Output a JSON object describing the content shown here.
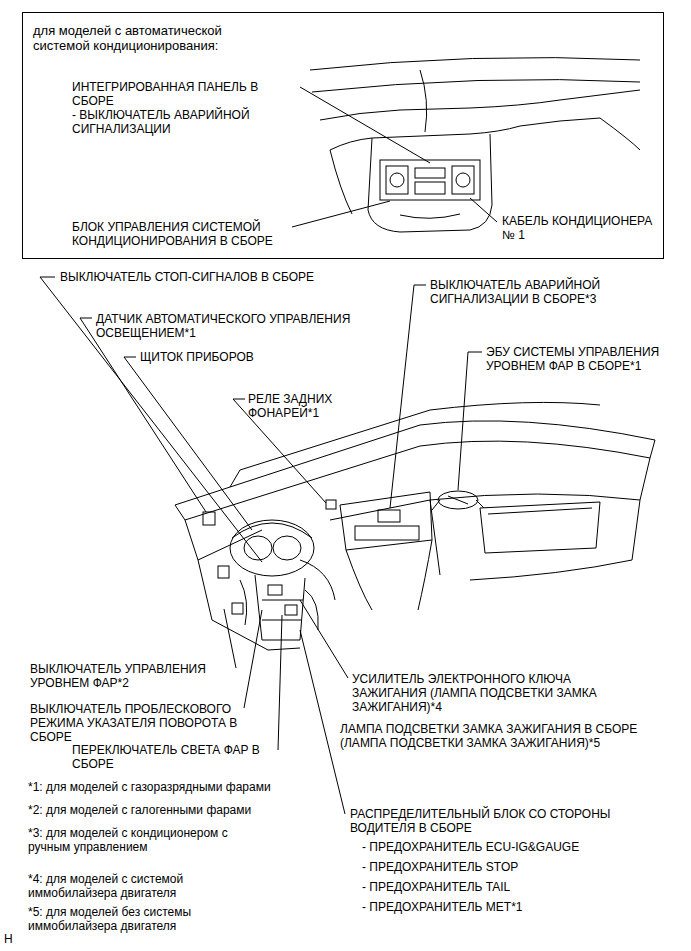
{
  "diagram": {
    "nodes": [
      {
        "text": [
          "для моделей с автоматической системой кондиционирования:"
        ]
      }
    ],
    "labels": [
      "ИНТЕГРИРОВАННАЯ ПАНЕЛЬ В СБОРЕ",
      "- ВЫКЛЮЧАТЕЛЬ АВАРИЙНОЙ СИГНАЛИЗАЦИИ",
      "БЛОК УПРАВЛЕНИЯ СИСТЕМОЙ КОНДИЦИОНИРОВАНИЯ В СБОРЕ",
      "КАБЕЛЬ КОНДИЦИОНЕРА № 1",
      "ВЫКЛЮЧАТЕЛЬ СТОП-СИГНАЛОВ В СБОРЕ",
      "ДАТЧИК АВТОМАТИЧЕСКОГО УПРАВЛЕНИЯ ОСВЕЩЕНИЕМ*1",
      "ЩИТОК ПРИБОРОВ",
      "ВЫКЛЮЧАТЕЛЬ АВАРИЙНОЙ СИГНАЛИЗАЦИИ В СБОРЕ*3",
      "ЭБУ СИСТЕМЫ УПРАВЛЕНИЯ УРОВНЕМ ФАР В СБОРЕ*1",
      "РЕЛЕ ЗАДНИХ ФОНАРЕЙ*1",
      "ВЫКЛЮЧАТЕЛЬ УПРАВЛЕНИЯ УРОВНЕМ ФАР*2",
      "ВЫКЛЮЧАТЕЛЬ ПРОБЛЕСКОВОГО РЕЖИМА УКАЗАТЕЛЯ ПОВОРОТА В СБОРЕ",
      "ПЕРЕКЛЮЧАТЕЛЬ СВЕТА ФАР В СБОРЕ",
      "УСИЛИТЕЛЬ ЭЛЕКТРОННОГО КЛЮЧА ЗАЖИГАНИЯ (ЛАМПА ПОДСВЕТКИ ЗАМКА ЗАЖИГАНИЯ)*4",
      "ЛАМПА ПОДСВЕТКИ ЗАМКА ЗАЖИГАНИЯ В СБОРЕ (ЛАМПА ПОДСВЕТКИ ЗАМКА ЗАЖИГАНИЯ)*5",
      "*1: для моделей с газоразрядными фарами",
      "*2: для моделей с галогенными фарами",
      "*3: для моделей с кондиционером с ручным управлением",
      "*4: для моделей с системой иммобилайзера двигателя",
      "*5: для моделей без системы иммобилайзера двигателя",
      "РАСПРЕДЕЛИТЕЛЬНЫЙ БЛОК СО СТОРОНЫ ВОДИТЕЛЯ В СБОРЕ",
      "- ПРЕДОХРАНИТЕЛЬ ECU-IG&GAUGE",
      "- ПРЕДОХРАНИТЕЛЬ STOP",
      "- ПРЕДОХРАНИТЕЛЬ TAIL",
      "- ПРЕДОХРАНИТЕЛЬ МЕТ*1",
      "H"
    ]
  }
}
